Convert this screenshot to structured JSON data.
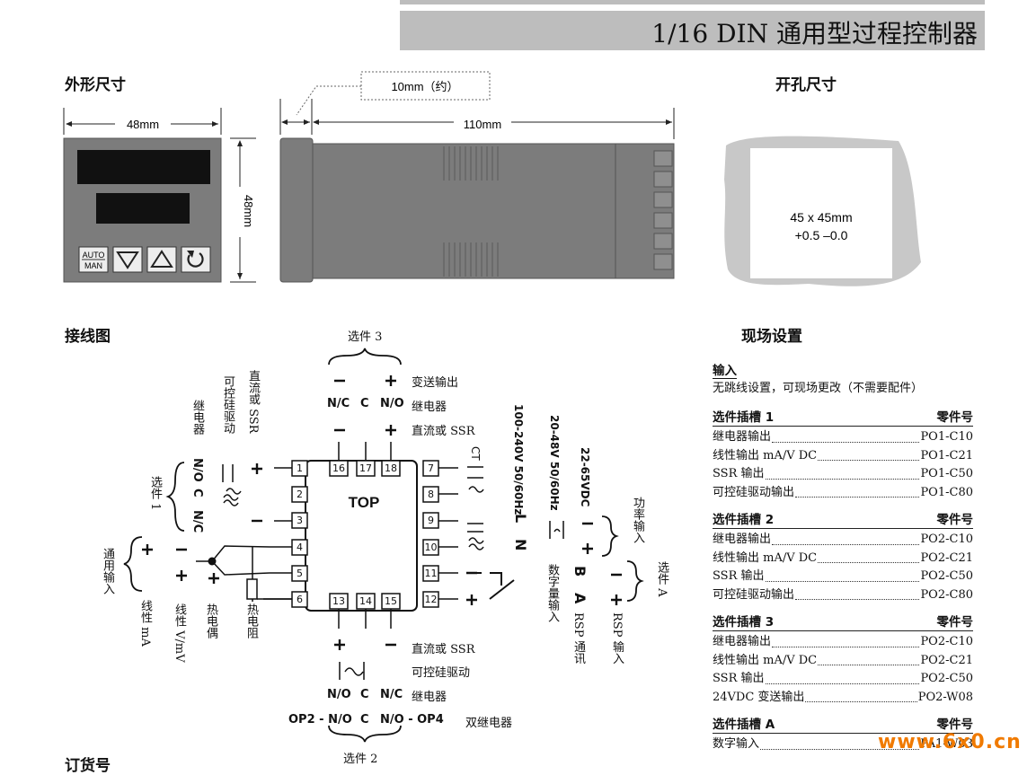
{
  "banner": {
    "title": "1/16 DIN 通用型过程控制器"
  },
  "sections": {
    "outline": "外形尺寸",
    "cutout": "开孔尺寸",
    "wiring": "接线图",
    "field_setup": "现场设置",
    "ordering": "订货号"
  },
  "outline": {
    "width_label": "48mm",
    "height_label": "48mm",
    "bezel_label": "10mm（约）",
    "depth_label": "110mm",
    "auto_man_top": "AUTO",
    "auto_man_bottom": "MAN"
  },
  "cutout": {
    "size": "45 x 45mm",
    "tolerance": "+0.5 –0.0"
  },
  "wiring": {
    "top": "TOP",
    "left_terminals": [
      "1",
      "2",
      "3",
      "4",
      "5",
      "6"
    ],
    "right_terminals": [
      "7",
      "8",
      "9",
      "10",
      "11",
      "12"
    ],
    "top_terminals": [
      "16",
      "17",
      "18"
    ],
    "bottom_terminals": [
      "13",
      "14",
      "15"
    ],
    "option3": "选件 3",
    "transmit_out": "变送输出",
    "relay": "继电器",
    "dc_or_ssr": "直流或 SSR",
    "nc": "N/C",
    "c": "C",
    "no": "N/O",
    "option1": "选件 1",
    "v_relay": "继电器",
    "v_scr": "可控硅驱动",
    "v_dcssr": "直流或 SSR",
    "general_input": "通用输入",
    "linear_ma": "线性 mA",
    "linear_vmv": "线性 V/mV",
    "thermocouple": "热电偶",
    "rtd": "热电阻",
    "ct": "CT",
    "ac_high": "100-240V 50/60Hz",
    "ac_low": "20-48V 50/60Hz",
    "dc_low": "22-65VDC",
    "L": "L",
    "N": "N",
    "power_input": "功率输入",
    "digital_input": "数字量输入",
    "rsp_comm": "RSP 通讯",
    "rsp_input": "RSP 输入",
    "optionA": "选件 A",
    "B": "B",
    "A": "A",
    "bottom_dcssr": "直流或 SSR",
    "bottom_scr": "可控硅驱动",
    "bottom_relay": "继电器",
    "dual_relay": "双继电器",
    "op2": "OP2 - N/O",
    "op4": "N/O - OP4",
    "option2": "选件 2"
  },
  "field": {
    "input_title": "输入",
    "input_desc": "无跳线设置，可现场更改（不需要配件）",
    "part_no": "零件号",
    "slot1": {
      "title": "选件插槽 1",
      "items": [
        {
          "name": "继电器输出",
          "code": "PO1-C10"
        },
        {
          "name": "线性输出 mA/V DC",
          "code": "PO1-C21"
        },
        {
          "name": "SSR 输出",
          "code": "PO1-C50"
        },
        {
          "name": "可控硅驱动输出",
          "code": "PO1-C80"
        }
      ]
    },
    "slot2": {
      "title": "选件插槽 2",
      "items": [
        {
          "name": "继电器输出",
          "code": "PO2-C10"
        },
        {
          "name": "线性输出 mA/V DC",
          "code": "PO2-C21"
        },
        {
          "name": "SSR 输出",
          "code": "PO2-C50"
        },
        {
          "name": "可控硅驱动输出",
          "code": "PO2-C80"
        }
      ]
    },
    "slot3": {
      "title": "选件插槽 3",
      "items": [
        {
          "name": "继电器输出",
          "code": "PO2-C10"
        },
        {
          "name": "线性输出 mA/V DC",
          "code": "PO2-C21"
        },
        {
          "name": "SSR 输出",
          "code": "PO2-C50"
        },
        {
          "name": "24VDC 变送输出",
          "code": "PO2-W08"
        }
      ]
    },
    "slotA": {
      "title": "选件插槽 A",
      "items": [
        {
          "name": "数字输入",
          "code": "PA1-W03"
        }
      ]
    }
  },
  "watermark": "www.6x0.cn"
}
